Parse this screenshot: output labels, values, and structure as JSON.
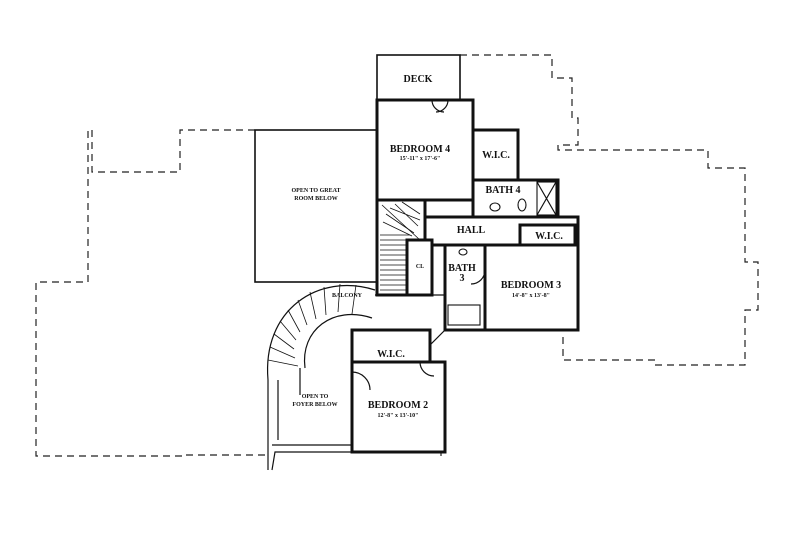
{
  "plan": {
    "rooms": {
      "deck": "DECK",
      "bedroom4": "BEDROOM 4",
      "bedroom4_size": "15'-11\" x 17'-6\"",
      "wic_top": "W.I.C.",
      "bath4": "BATH 4",
      "open_great_1": "OPEN TO GREAT",
      "open_great_2": "ROOM BELOW",
      "hall": "HALL",
      "wic_right": "W.I.C.",
      "bath3_1": "BATH",
      "bath3_2": "3",
      "bedroom3": "BEDROOM 3",
      "bedroom3_size": "14'-8\" x 13'-8\"",
      "balcony": "BALCONY",
      "wic_mid": "W.I.C.",
      "open_foyer_1": "OPEN TO",
      "open_foyer_2": "FOYER BELOW",
      "bedroom2": "BEDROOM 2",
      "bedroom2_size": "12'-8\" x 13'-10\"",
      "closet": "CL"
    }
  }
}
